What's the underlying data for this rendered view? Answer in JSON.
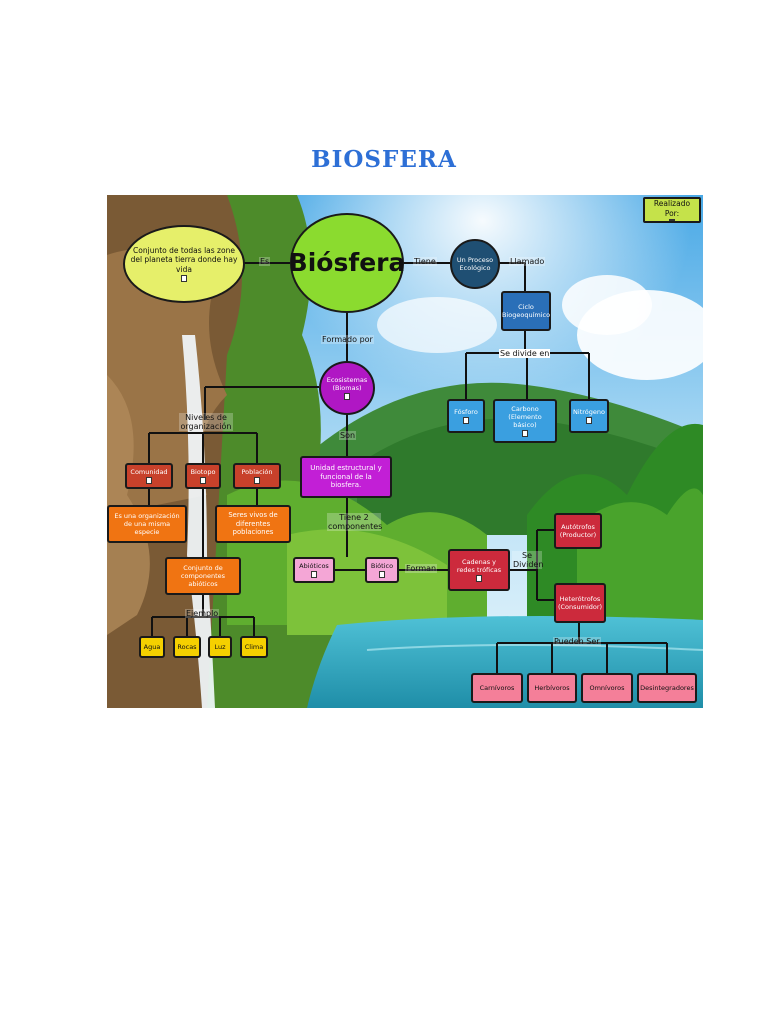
{
  "page": {
    "title": "BIOSFERA"
  },
  "colors": {
    "title": "#2d6fd6",
    "line": "#111111"
  },
  "concept_map": {
    "credit": "Realizado Por:",
    "nodes": {
      "biosfera": "Biósfera",
      "definicion": "Conjunto de todas las zone del planeta tierra donde hay vida",
      "proceso": "Un Proceso Ecológico",
      "ciclo": "Ciclo Biogeoquímico",
      "fosforo": "Fósforo",
      "carbono": "Carbono (Elemento básico)",
      "nitrogeno": "Nitrógeno",
      "ecosistemas": "Ecosistemas (Biomas)",
      "unidad": "Unidad estructural y funcional de la biosfera.",
      "comunidad": "Comunidad",
      "biotopo": "Biotopo",
      "poblacion": "Población",
      "organizacion": "Es una organización de una misma especie",
      "seres_vivos": "Seres vivos de diferentes poblaciones",
      "conjunto_abioticos": "Conjunto de componentes abióticos",
      "agua": "Agua",
      "rocas": "Rocas",
      "luz": "Luz",
      "clima": "Clima",
      "abioticos": "Abióticos",
      "biotico": "Biótico",
      "cadenas": "Cadenas y redes tróficas",
      "autotrofos": "Autótrofos (Productor)",
      "heterotrofos": "Heterótrofos (Consumidor)",
      "carnivoros": "Carnívoros",
      "herbivoros": "Herbívoros",
      "omnivoros": "Omnívoros",
      "desintegradores": "Desintegradores"
    },
    "links": {
      "es": "Es",
      "tiene": "Tiene",
      "llamado": "Llamado",
      "formado_por": "Formado por",
      "se_divide_en": "Se divide en",
      "niveles": "Niveles de organización",
      "son": "Son",
      "tiene_2": "Tiene 2 componentes",
      "forman": "Forman",
      "se_dividen": "Se Dividen",
      "ejemplo": "Ejemplo",
      "pueden_ser": "Pueden Ser"
    }
  }
}
